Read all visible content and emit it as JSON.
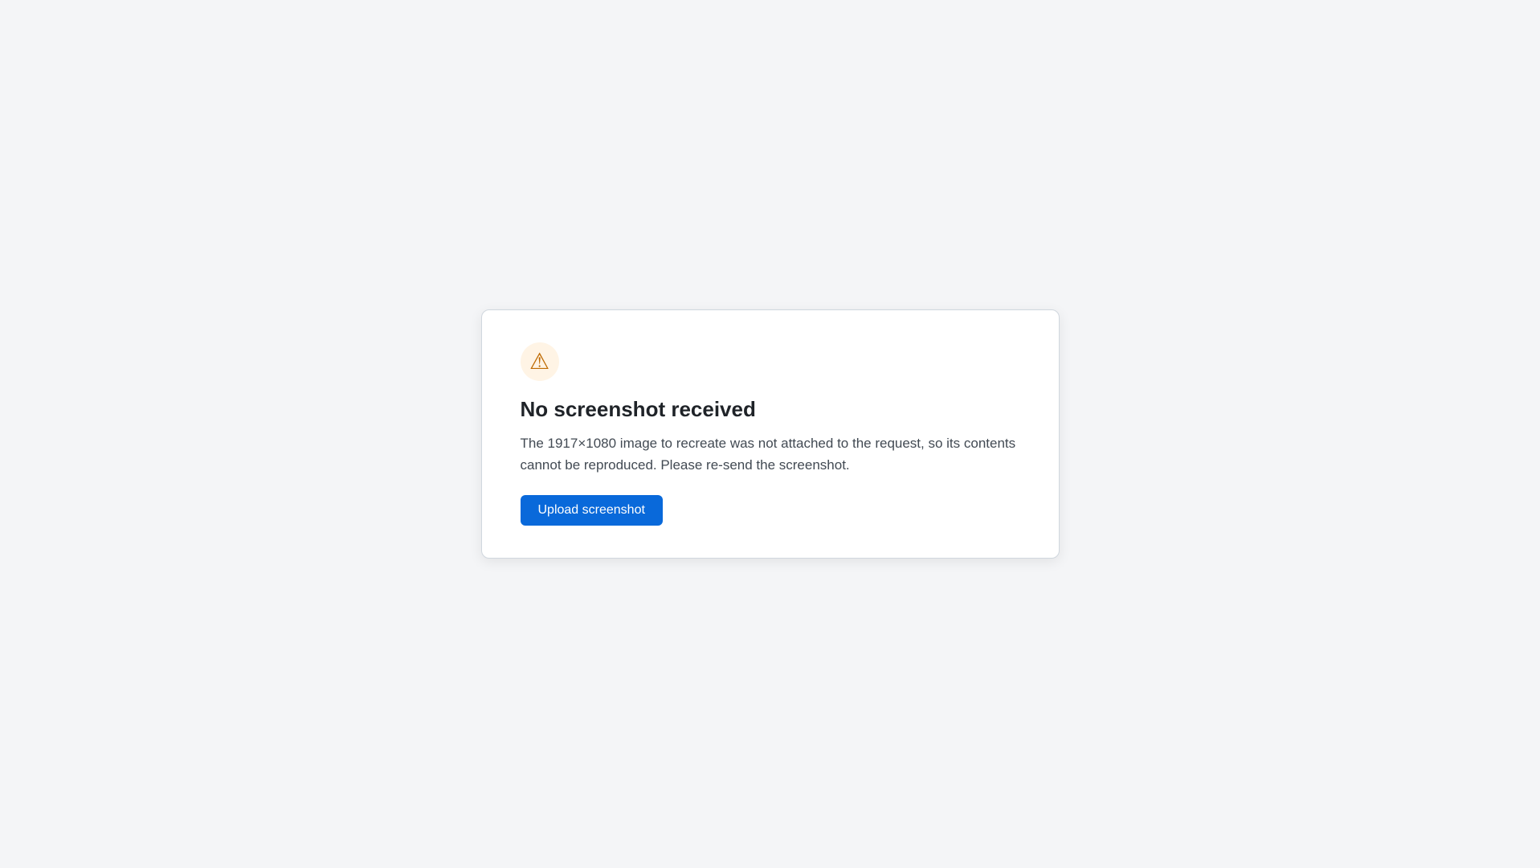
{
  "notice": {
    "title": "No screenshot received",
    "message": "The 1917×1080 image to recreate was not attached to the request, so its contents cannot be reproduced. Please re-send the screenshot.",
    "action_label": "Upload screenshot"
  }
}
